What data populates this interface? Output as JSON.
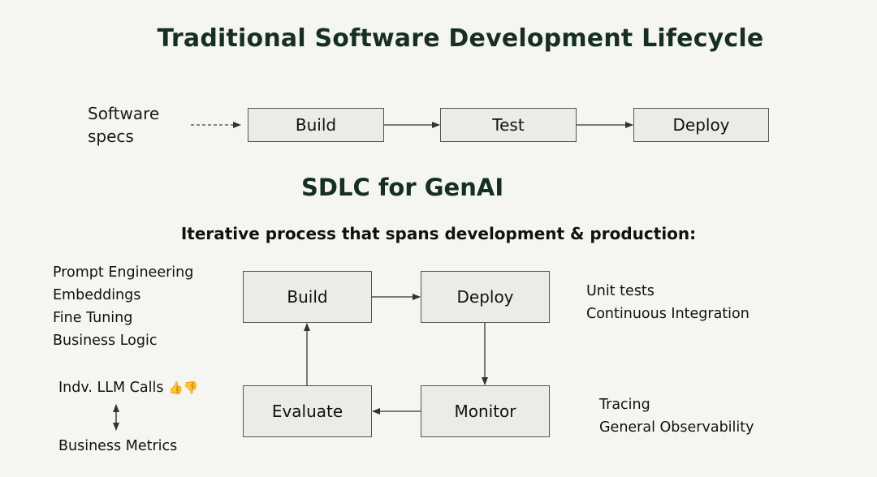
{
  "title": "Traditional Software Development Lifecycle",
  "traditional": {
    "input_label": "Software specs",
    "stages": [
      "Build",
      "Test",
      "Deploy"
    ]
  },
  "genai": {
    "title": "SDLC for GenAI",
    "subtitle": "Iterative process that spans development & production:",
    "stages": {
      "build": "Build",
      "deploy": "Deploy",
      "monitor": "Monitor",
      "evaluate": "Evaluate"
    },
    "build_notes": [
      "Prompt Engineering",
      "Embeddings",
      "Fine Tuning",
      "Business Logic"
    ],
    "deploy_notes": [
      "Unit tests",
      "Continuous Integration"
    ],
    "monitor_notes": [
      "Tracing",
      "General Observability"
    ],
    "evaluate_notes": {
      "top": "Indv. LLM Calls",
      "top_emoji": "👍👎",
      "bottom": "Business Metrics"
    }
  }
}
